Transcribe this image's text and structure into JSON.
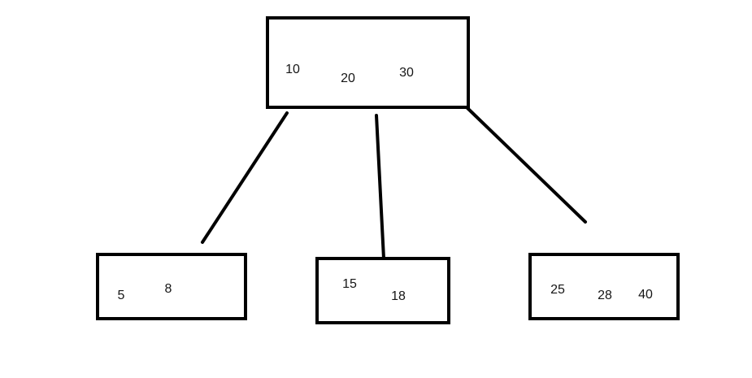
{
  "diagram": {
    "description": "Hand-drawn B-tree diagram with a root node and three child nodes",
    "colors": {
      "background": "#ffffff",
      "stroke": "#000000",
      "text": "#161616"
    },
    "root": {
      "keys": [
        "10",
        "20",
        "30"
      ]
    },
    "children": [
      {
        "keys": [
          "5",
          "8"
        ]
      },
      {
        "keys": [
          "15",
          "18"
        ]
      },
      {
        "keys": [
          "25",
          "28",
          "40"
        ]
      }
    ]
  }
}
